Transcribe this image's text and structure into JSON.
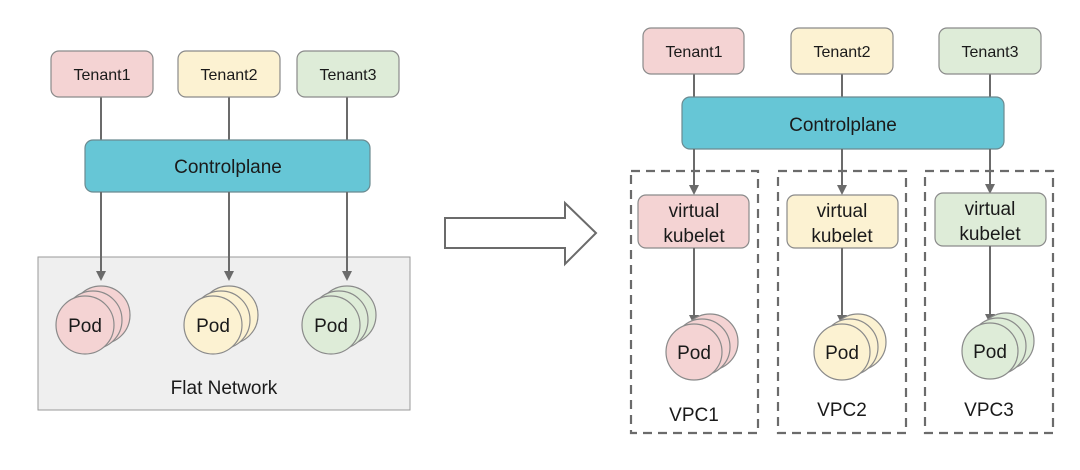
{
  "colors": {
    "tenant1": "#f4d3d3",
    "tenant2": "#fcf2d2",
    "tenant3": "#deecd8",
    "controlplane": "#66c6d6",
    "flat_network_bg": "#efefef",
    "stroke": "#6b6b6b",
    "text": "#1a1a1a"
  },
  "left": {
    "tenants": [
      {
        "label": "Tenant1",
        "color_key": "tenant1"
      },
      {
        "label": "Tenant2",
        "color_key": "tenant2"
      },
      {
        "label": "Tenant3",
        "color_key": "tenant3"
      }
    ],
    "controlplane": "Controlplane",
    "pods": [
      "Pod",
      "Pod",
      "Pod"
    ],
    "network_label": "Flat Network"
  },
  "transition_arrow": "right-arrow",
  "right": {
    "tenants": [
      {
        "label": "Tenant1",
        "color_key": "tenant1"
      },
      {
        "label": "Tenant2",
        "color_key": "tenant2"
      },
      {
        "label": "Tenant3",
        "color_key": "tenant3"
      }
    ],
    "controlplane": "Controlplane",
    "vpcs": [
      {
        "kubelet_line1": "virtual",
        "kubelet_line2": "kubelet",
        "pod": "Pod",
        "label": "VPC1"
      },
      {
        "kubelet_line1": "virtual",
        "kubelet_line2": "kubelet",
        "pod": "Pod",
        "label": "VPC2"
      },
      {
        "kubelet_line1": "virtual",
        "kubelet_line2": "kubelet",
        "pod": "Pod",
        "label": "VPC3"
      }
    ]
  }
}
